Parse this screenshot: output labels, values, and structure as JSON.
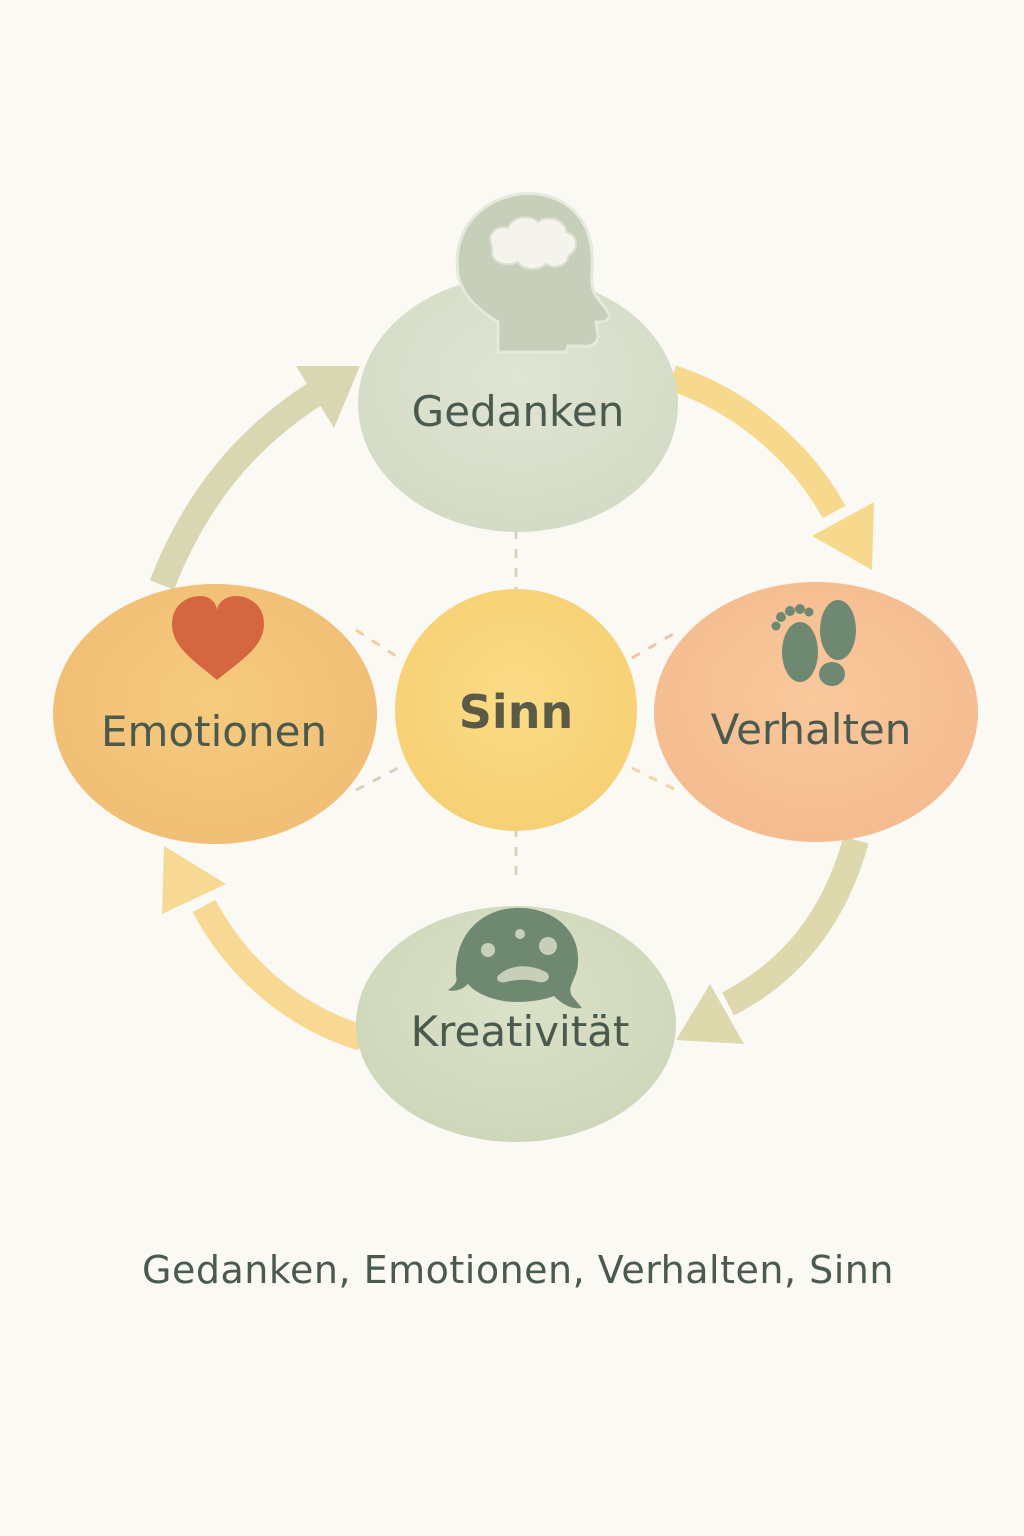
{
  "diagram": {
    "nodes": {
      "top": {
        "label": "Gedanken",
        "icon": "head-with-cloud-icon",
        "color": "#d7dec8"
      },
      "left": {
        "label": "Emotionen",
        "icon": "heart-icon",
        "color": "#f2c27a"
      },
      "right": {
        "label": "Verhalten",
        "icon": "footprints-icon",
        "color": "#f6c196"
      },
      "bottom": {
        "label": "Kreativität",
        "icon": "paint-palette-icon",
        "color": "#d5dcc0"
      },
      "center": {
        "label": "Sinn",
        "color": "#f8d57d"
      }
    },
    "caption": "Gedanken, Emotionen, Verhalten, Sinn",
    "colors": {
      "background": "#fbf9f4",
      "text": "#4a5a4f",
      "heart": "#d4673f",
      "icon_dark": "#6f8872",
      "arrow_green": "#d8d9b4",
      "arrow_yellow": "#f7d98e"
    }
  }
}
